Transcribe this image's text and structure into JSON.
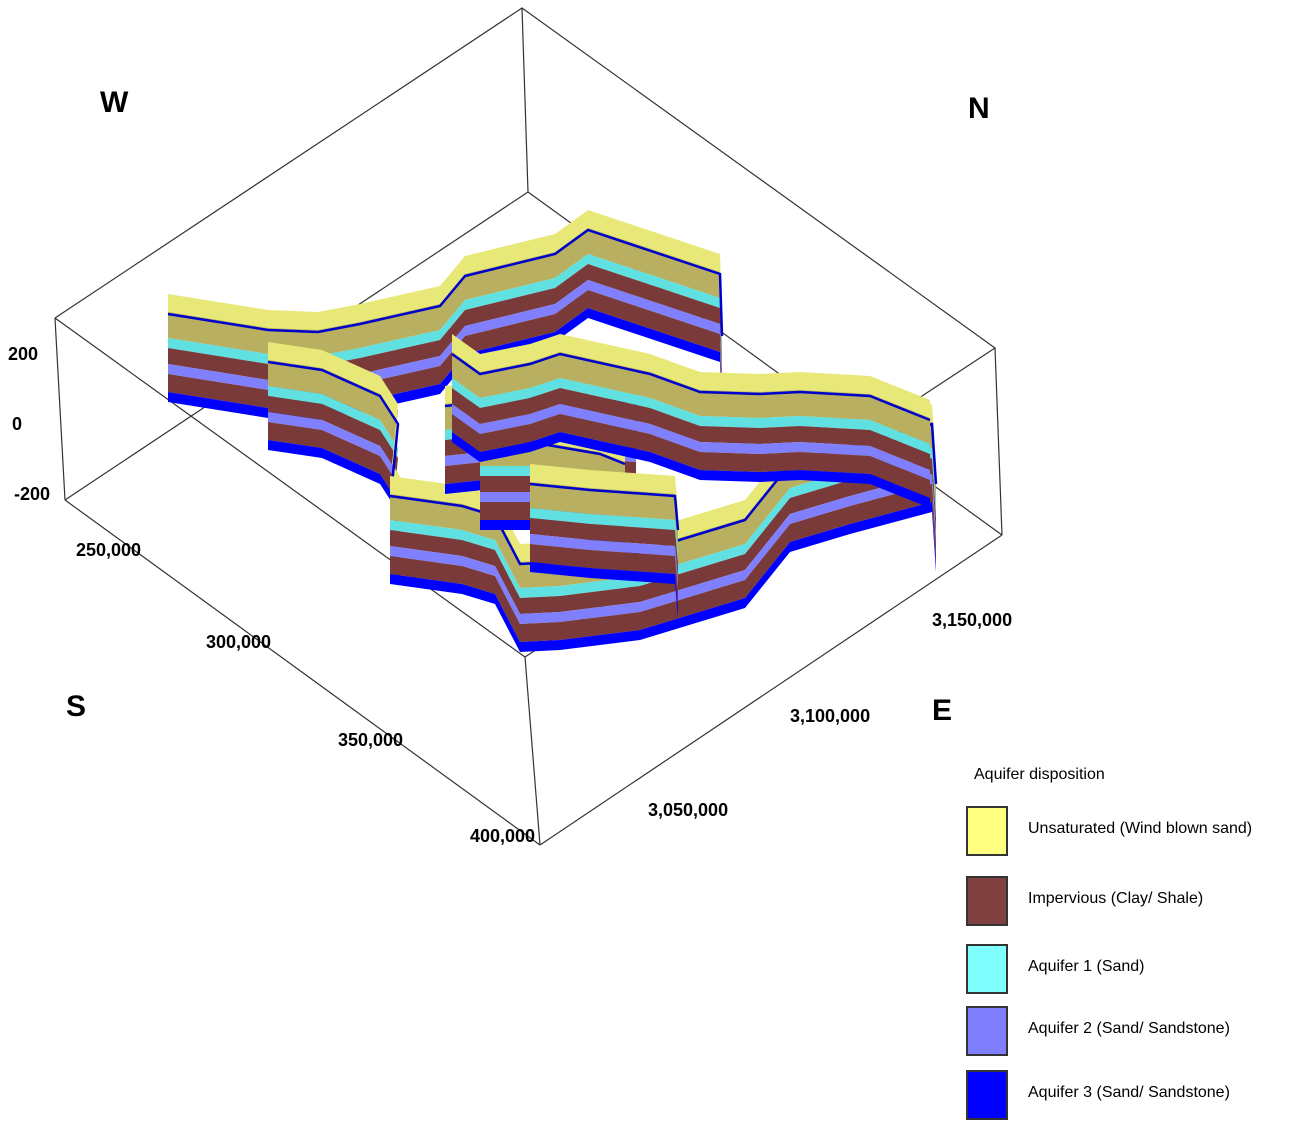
{
  "compass": {
    "west": "W",
    "north": "N",
    "south": "S",
    "east": "E"
  },
  "z_axis": {
    "ticks": [
      "200",
      "0",
      "-200"
    ]
  },
  "x_axis": {
    "ticks": [
      "250,000",
      "300,000",
      "350,000",
      "400,000"
    ]
  },
  "y_axis": {
    "ticks": [
      "3,050,000",
      "3,100,000",
      "3,150,000"
    ]
  },
  "legend": {
    "title": "Aquifer disposition",
    "items": [
      {
        "label": "Unsaturated (Wind blown sand)",
        "color": "#ffff80"
      },
      {
        "label": "Impervious (Clay/ Shale)",
        "color": "#804040"
      },
      {
        "label": "Aquifer 1 (Sand)",
        "color": "#80ffff"
      },
      {
        "label": "Aquifer 2 (Sand/ Sandstone)",
        "color": "#8080ff"
      },
      {
        "label": "Aquifer 3 (Sand/ Sandstone)",
        "color": "#0000ff"
      }
    ]
  },
  "layer_colors": {
    "unsaturated_top": "#e8e878",
    "unsaturated_side": "#b8b060",
    "impervious": "#7a3a3a",
    "aquifer1": "#60e0e0",
    "aquifer2": "#8080ff",
    "aquifer3": "#0000ff",
    "boundary_line": "#0000cc"
  }
}
